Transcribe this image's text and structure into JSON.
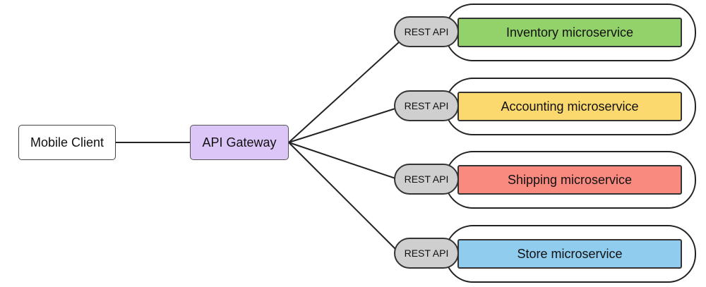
{
  "nodes": {
    "mobile_client": "Mobile Client",
    "api_gateway": "API Gateway"
  },
  "services": [
    {
      "rest_label": "REST API",
      "name": "Inventory microservice",
      "color": "#93d16a"
    },
    {
      "rest_label": "REST API",
      "name": "Accounting microservice",
      "color": "#fbd96e"
    },
    {
      "rest_label": "REST API",
      "name": "Shipping microservice",
      "color": "#f98a80"
    },
    {
      "rest_label": "REST API",
      "name": "Store microservice",
      "color": "#90ccee"
    }
  ],
  "colors": {
    "gateway_fill": "#dcc5f7",
    "client_fill": "#ffffff",
    "rest_fill": "#cfcfcf"
  }
}
